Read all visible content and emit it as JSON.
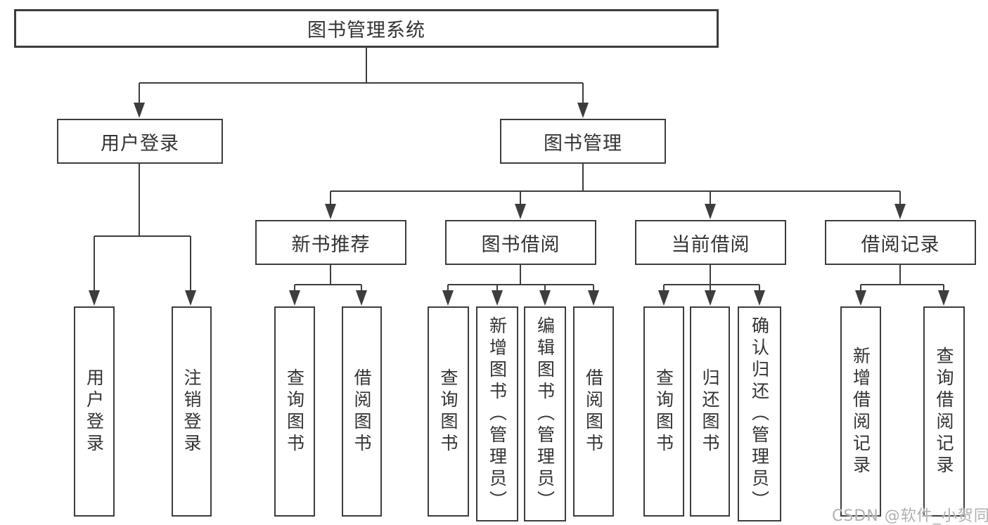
{
  "colors": {
    "line": "#3d3d3d",
    "text": "#333333",
    "background": "#ffffff",
    "watermark": "#b0b0b0"
  },
  "watermark": "CSDN @软件_小贺同学",
  "tree": {
    "root": "图书管理系统",
    "branches": [
      {
        "label": "用户登录",
        "children": [
          "用户登录",
          "注销登录"
        ]
      },
      {
        "label": "图书管理",
        "groups": [
          {
            "label": "新书推荐",
            "children": [
              "查询图书",
              "借阅图书"
            ]
          },
          {
            "label": "图书借阅",
            "children": [
              "查询图书",
              "新增图书（管理员）",
              "编辑图书（管理员）",
              "借阅图书"
            ]
          },
          {
            "label": "当前借阅",
            "children": [
              "查询图书",
              "归还图书",
              "确认归还（管理员）"
            ]
          },
          {
            "label": "借阅记录",
            "children": [
              "新增借阅记录",
              "查询借阅记录"
            ]
          }
        ]
      }
    ]
  }
}
